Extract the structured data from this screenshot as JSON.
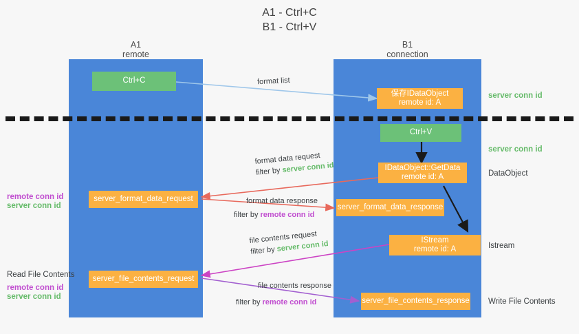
{
  "title": {
    "line1": "A1 - Ctrl+C",
    "line2": "B1 - Ctrl+V"
  },
  "lanes": [
    {
      "name": "A1",
      "sub": "remote"
    },
    {
      "name": "B1",
      "sub": "connection"
    }
  ],
  "nodes": {
    "ctrl_c": "Ctrl+C",
    "save_dataobject_l1": "保存IDataObject",
    "save_dataobject_l2": "remote id: A",
    "ctrl_v": "Ctrl+V",
    "getdata_l1": "IDataObject::GetData",
    "getdata_l2": "remote id: A",
    "server_format_data_request": "server_format_data_request",
    "server_format_data_response": "server_format_data_response",
    "istream_l1": "IStream",
    "istream_l2": "remote id: A",
    "server_file_contents_request": "server_file_contents_request",
    "server_file_contents_response": "server_file_contents_response"
  },
  "edges": {
    "format_list": "format list",
    "format_data_request": "format data request",
    "format_data_request_filter_prefix": "filter by ",
    "format_data_request_filter_value": "server conn id",
    "format_data_response": "format data response",
    "format_data_response_filter_prefix": "filter by ",
    "format_data_response_filter_value": "remote conn id",
    "file_contents_request": "file contents request",
    "file_contents_request_filter_prefix": "filter by ",
    "file_contents_request_filter_value": "server conn id",
    "file_contents_response": "file contents response",
    "file_contents_response_filter_prefix": "filter by ",
    "file_contents_response_filter_value": "remote conn id"
  },
  "annotations": {
    "right_server_conn_id_top": "server conn id",
    "right_server_conn_id_mid": "server conn id",
    "right_dataobject": "DataObject",
    "right_istream": "Istream",
    "right_write_file_contents": "Write File Contents",
    "left_read_file_contents": "Read File Contents",
    "left_remote_conn_id_1": "remote conn id",
    "left_server_conn_id_1": "server conn id",
    "left_remote_conn_id_2": "remote conn id",
    "left_server_conn_id_2": "server conn id"
  },
  "colors": {
    "lane": "#4a86d8",
    "green_node": "#6cc178",
    "orange_node": "#fbb142",
    "green_text": "#66bb6a",
    "purple_text": "#c14fd0",
    "arrow_blue": "#9fc7ea",
    "arrow_red": "#e8695c",
    "arrow_magenta": "#cc44c4",
    "arrow_purple": "#a25fd0",
    "arrow_black": "#1a1a1a",
    "background": "#f7f7f7"
  }
}
